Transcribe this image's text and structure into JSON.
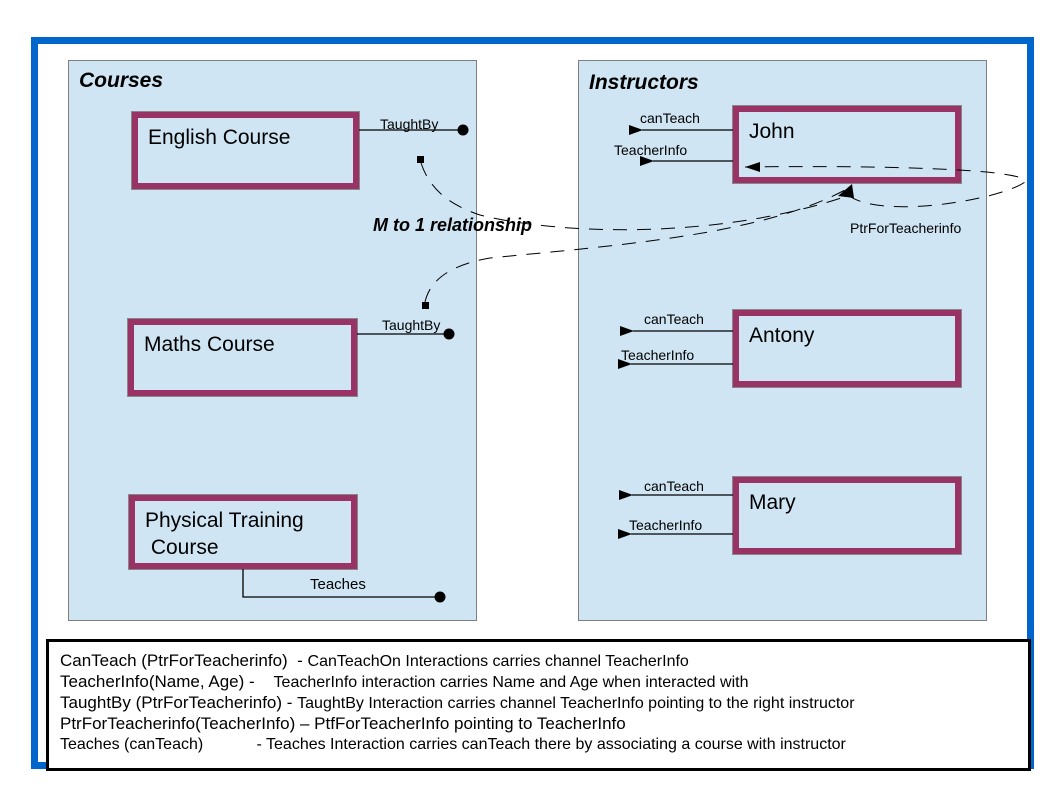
{
  "colors": {
    "frame": "#0066cc",
    "panel_fill": "#cfe5f3",
    "entity_border": "#993366",
    "line": "#000000"
  },
  "courses_panel": {
    "title": "Courses",
    "entities": [
      {
        "name": "English Course",
        "port_label": "TaughtBy"
      },
      {
        "name": "Maths Course",
        "port_label": "TaughtBy"
      },
      {
        "name": "Physical Training\n Course",
        "port_label": "Teaches"
      }
    ]
  },
  "instructors_panel": {
    "title": "Instructors",
    "entities": [
      {
        "name": "John",
        "out_labels": [
          "canTeach",
          "TeacherInfo"
        ]
      },
      {
        "name": "Antony",
        "out_labels": [
          "canTeach",
          "TeacherInfo"
        ]
      },
      {
        "name": "Mary",
        "out_labels": [
          "canTeach",
          "TeacherInfo"
        ]
      }
    ]
  },
  "relationship": {
    "label": "M to 1 relationship",
    "pointer_label": "PtrForTeacherinfo"
  },
  "legend": [
    {
      "term": "CanTeach (PtrForTeacherinfo)  - ",
      "desc": "CanTeachOn Interactions carries channel TeacherInfo"
    },
    {
      "term": "TeacherInfo(Name, Age) -    ",
      "desc": "TeacherInfo interaction carries Name and Age when interacted with"
    },
    {
      "term": "TaughtBy (PtrForTeacherinfo) - ",
      "desc": "TaughtBy Interaction carries channel TeacherInfo pointing to the right instructor"
    },
    {
      "term": "PtrForTeacherinfo(TeacherInfo) – PtfForTeacherInfo pointing to TeacherInfo",
      "desc": ""
    },
    {
      "term": "Teaches (canTeach)            ",
      "desc": "- Teaches Interaction carries canTeach there by associating a course with instructor"
    }
  ]
}
